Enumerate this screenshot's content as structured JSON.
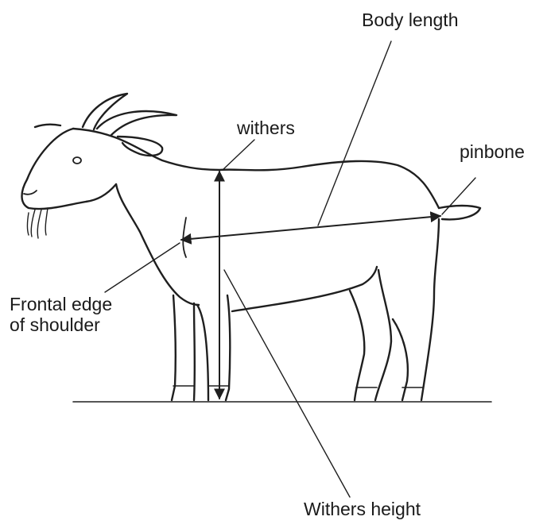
{
  "labels": {
    "body_length": "Body length",
    "withers": "withers",
    "pinbone": "pinbone",
    "frontal_edge_line1": "Frontal edge",
    "frontal_edge_line2": "of shoulder",
    "withers_height": "Withers height"
  },
  "colors": {
    "line": "#1f1f1f",
    "background": "#ffffff"
  }
}
